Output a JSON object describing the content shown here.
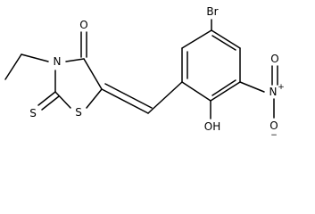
{
  "atoms": {
    "br": "Br",
    "o_carbonyl": "O",
    "n_ring": "N",
    "s_ring": "S",
    "s_thione": "S",
    "oh": "OH",
    "n_nitro": "N",
    "o_nitro_top": "O",
    "o_nitro_bottom": "O"
  },
  "charges": {
    "n_nitro": "+",
    "o_nitro_bottom": "−"
  }
}
